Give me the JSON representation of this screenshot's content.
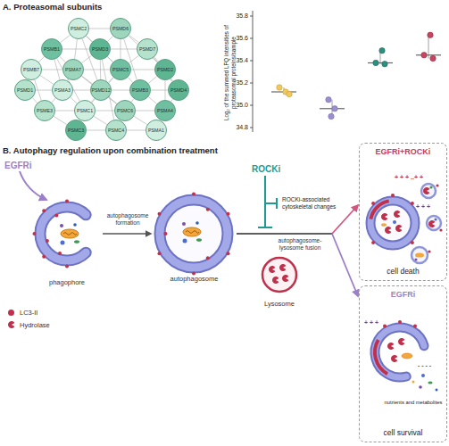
{
  "diagram": {
    "nodes": [
      {
        "text": [
          "PSMC2"
        ]
      },
      {
        "text": [
          "PSMD6"
        ]
      },
      {
        "text": [
          "PSMB1"
        ]
      },
      {
        "text": [
          "PSMD3"
        ]
      },
      {
        "text": [
          "PSMD7"
        ]
      },
      {
        "text": [
          "PSMB7"
        ]
      },
      {
        "text": [
          "PSMA7"
        ]
      },
      {
        "text": [
          "PSMC5"
        ]
      },
      {
        "text": [
          "PSMD2"
        ]
      },
      {
        "text": [
          "PSMD1"
        ]
      },
      {
        "text": [
          "PSMA3"
        ]
      },
      {
        "text": [
          "PSMD12"
        ]
      },
      {
        "text": [
          "PSMB3"
        ]
      },
      {
        "text": [
          "PSMD4"
        ]
      },
      {
        "text": [
          "PSME3"
        ]
      },
      {
        "text": [
          "PSMC1"
        ]
      },
      {
        "text": [
          "PSMC6"
        ]
      },
      {
        "text": [
          "PSMA4"
        ]
      },
      {
        "text": [
          "PSMC3"
        ]
      },
      {
        "text": [
          "PSMC4"
        ]
      },
      {
        "text": [
          "PSMA1"
        ]
      },
      {
        "text": [
          "phagophore"
        ]
      },
      {
        "text": [
          "autophagosome"
        ]
      },
      {
        "text": [
          "Lysosome"
        ]
      },
      {
        "text": [
          "EGFRi+ROCKi",
          "cell death"
        ]
      },
      {
        "text": [
          "EGFRi",
          "cell survival"
        ]
      }
    ],
    "edges": [
      {
        "from": 0,
        "to": 1,
        "arrow": "none"
      },
      {
        "from": 0,
        "to": 2,
        "arrow": "none"
      },
      {
        "from": 0,
        "to": 3,
        "arrow": "none"
      },
      {
        "from": 0,
        "to": 6,
        "arrow": "none"
      },
      {
        "from": 0,
        "to": 7,
        "arrow": "none"
      },
      {
        "from": 1,
        "to": 3,
        "arrow": "none"
      },
      {
        "from": 1,
        "to": 4,
        "arrow": "none"
      },
      {
        "from": 1,
        "to": 7,
        "arrow": "none"
      },
      {
        "from": 1,
        "to": 8,
        "arrow": "none"
      },
      {
        "from": 2,
        "to": 3,
        "arrow": "none"
      },
      {
        "from": 2,
        "to": 5,
        "arrow": "none"
      },
      {
        "from": 2,
        "to": 6,
        "arrow": "none"
      },
      {
        "from": 2,
        "to": 10,
        "arrow": "none"
      },
      {
        "from": 3,
        "to": 4,
        "arrow": "none"
      },
      {
        "from": 3,
        "to": 6,
        "arrow": "none"
      },
      {
        "from": 3,
        "to": 7,
        "arrow": "none"
      },
      {
        "from": 3,
        "to": 11,
        "arrow": "none"
      },
      {
        "from": 4,
        "to": 7,
        "arrow": "none"
      },
      {
        "from": 4,
        "to": 8,
        "arrow": "none"
      },
      {
        "from": 5,
        "to": 6,
        "arrow": "none"
      },
      {
        "from": 5,
        "to": 9,
        "arrow": "none"
      },
      {
        "from": 5,
        "to": 10,
        "arrow": "none"
      },
      {
        "from": 6,
        "to": 7,
        "arrow": "none"
      },
      {
        "from": 6,
        "to": 10,
        "arrow": "none"
      },
      {
        "from": 6,
        "to": 11,
        "arrow": "none"
      },
      {
        "from": 7,
        "to": 8,
        "arrow": "none"
      },
      {
        "from": 7,
        "to": 11,
        "arrow": "none"
      },
      {
        "from": 7,
        "to": 12,
        "arrow": "none"
      },
      {
        "from": 8,
        "to": 12,
        "arrow": "none"
      },
      {
        "from": 8,
        "to": 13,
        "arrow": "none"
      },
      {
        "from": 9,
        "to": 10,
        "arrow": "none"
      },
      {
        "from": 9,
        "to": 14,
        "arrow": "none"
      },
      {
        "from": 10,
        "to": 11,
        "arrow": "none"
      },
      {
        "from": 10,
        "to": 14,
        "arrow": "none"
      },
      {
        "from": 10,
        "to": 15,
        "arrow": "none"
      },
      {
        "from": 11,
        "to": 12,
        "arrow": "none"
      },
      {
        "from": 11,
        "to": 15,
        "arrow": "none"
      },
      {
        "from": 11,
        "to": 16,
        "arrow": "none"
      },
      {
        "from": 12,
        "to": 13,
        "arrow": "none"
      },
      {
        "from": 12,
        "to": 16,
        "arrow": "none"
      },
      {
        "from": 12,
        "to": 17,
        "arrow": "none"
      },
      {
        "from": 13,
        "to": 17,
        "arrow": "none"
      },
      {
        "from": 14,
        "to": 15,
        "arrow": "none"
      },
      {
        "from": 14,
        "to": 18,
        "arrow": "none"
      },
      {
        "from": 15,
        "to": 16,
        "arrow": "none"
      },
      {
        "from": 15,
        "to": 18,
        "arrow": "none"
      },
      {
        "from": 15,
        "to": 19,
        "arrow": "none"
      },
      {
        "from": 16,
        "to": 17,
        "arrow": "none"
      },
      {
        "from": 16,
        "to": 19,
        "arrow": "none"
      },
      {
        "from": 16,
        "to": 20,
        "arrow": "none"
      },
      {
        "from": 17,
        "to": 20,
        "arrow": "none"
      },
      {
        "from": 18,
        "to": 19,
        "arrow": "none"
      },
      {
        "from": 19,
        "to": 20,
        "arrow": "none"
      },
      {
        "from": 0,
        "to": 11,
        "arrow": "none"
      },
      {
        "from": 1,
        "to": 12,
        "arrow": "none"
      },
      {
        "from": 2,
        "to": 15,
        "arrow": "none"
      },
      {
        "from": 4,
        "to": 13,
        "arrow": "none"
      },
      {
        "from": 5,
        "to": 14,
        "arrow": "none"
      },
      {
        "from": 8,
        "to": 17,
        "arrow": "none"
      },
      {
        "from": 3,
        "to": 19,
        "arrow": "none"
      },
      {
        "from": 6,
        "to": 16,
        "arrow": "none"
      },
      {
        "from": 7,
        "to": 15,
        "arrow": "none"
      },
      {
        "from": 21,
        "to": 22,
        "label": "autophagosome formation",
        "arrow": "to"
      },
      {
        "from": 22,
        "to": 24,
        "label": "autophagosome-lysosome fusion",
        "arrow": "to"
      },
      {
        "from": 22,
        "to": 25,
        "arrow": "to"
      }
    ],
    "labels": [
      "A. Proteasomal subunits",
      "Log₂ of the summed LFQ intensities of proteasomal proteins/sample",
      "34.8",
      "35.0",
      "35.2",
      "35.4",
      "35.6",
      "35.8",
      "B. Autophagy regulation upon combination treatment",
      "EGFRi",
      "ROCKi",
      "ROCKi-associated cytoskeletal changes",
      "+ + + ..+ +",
      "+ + +",
      "+ + +",
      "nutrients and metabolites",
      "- - - -"
    ],
    "legend": [
      {
        "text": "LC3-II",
        "color": "#c0304a"
      },
      {
        "text": "Hydrolase"
      }
    ]
  }
}
